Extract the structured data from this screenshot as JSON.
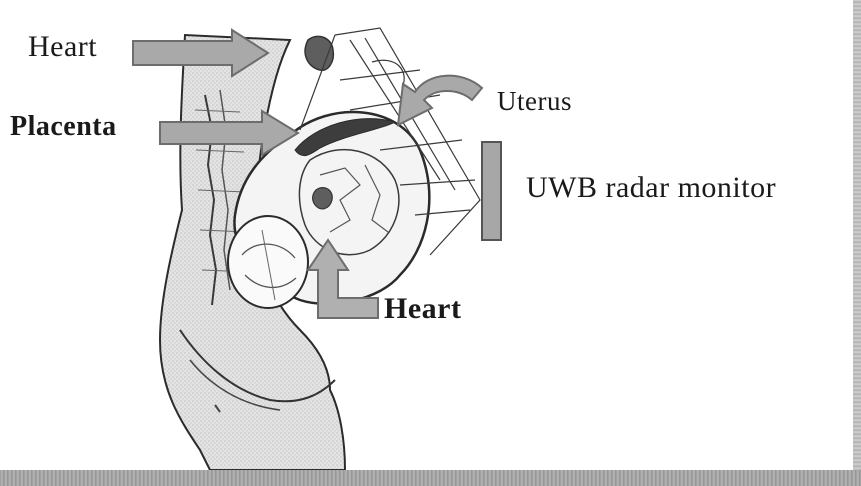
{
  "labels": {
    "heart_top": "Heart",
    "placenta": "Placenta",
    "uterus": "Uterus",
    "uwb_monitor": "UWB radar monitor",
    "heart_bottom": "Heart"
  },
  "colors": {
    "arrow_fill": "#a9a9a9",
    "arrow_stroke": "#6d6d6d",
    "monitor_fill": "#a7a7a7",
    "heart_fill": "#5e5e5e",
    "placenta_fill": "#3d3d3d",
    "body_fill": "#dcdcdc",
    "outline": "#2b2b2b"
  }
}
